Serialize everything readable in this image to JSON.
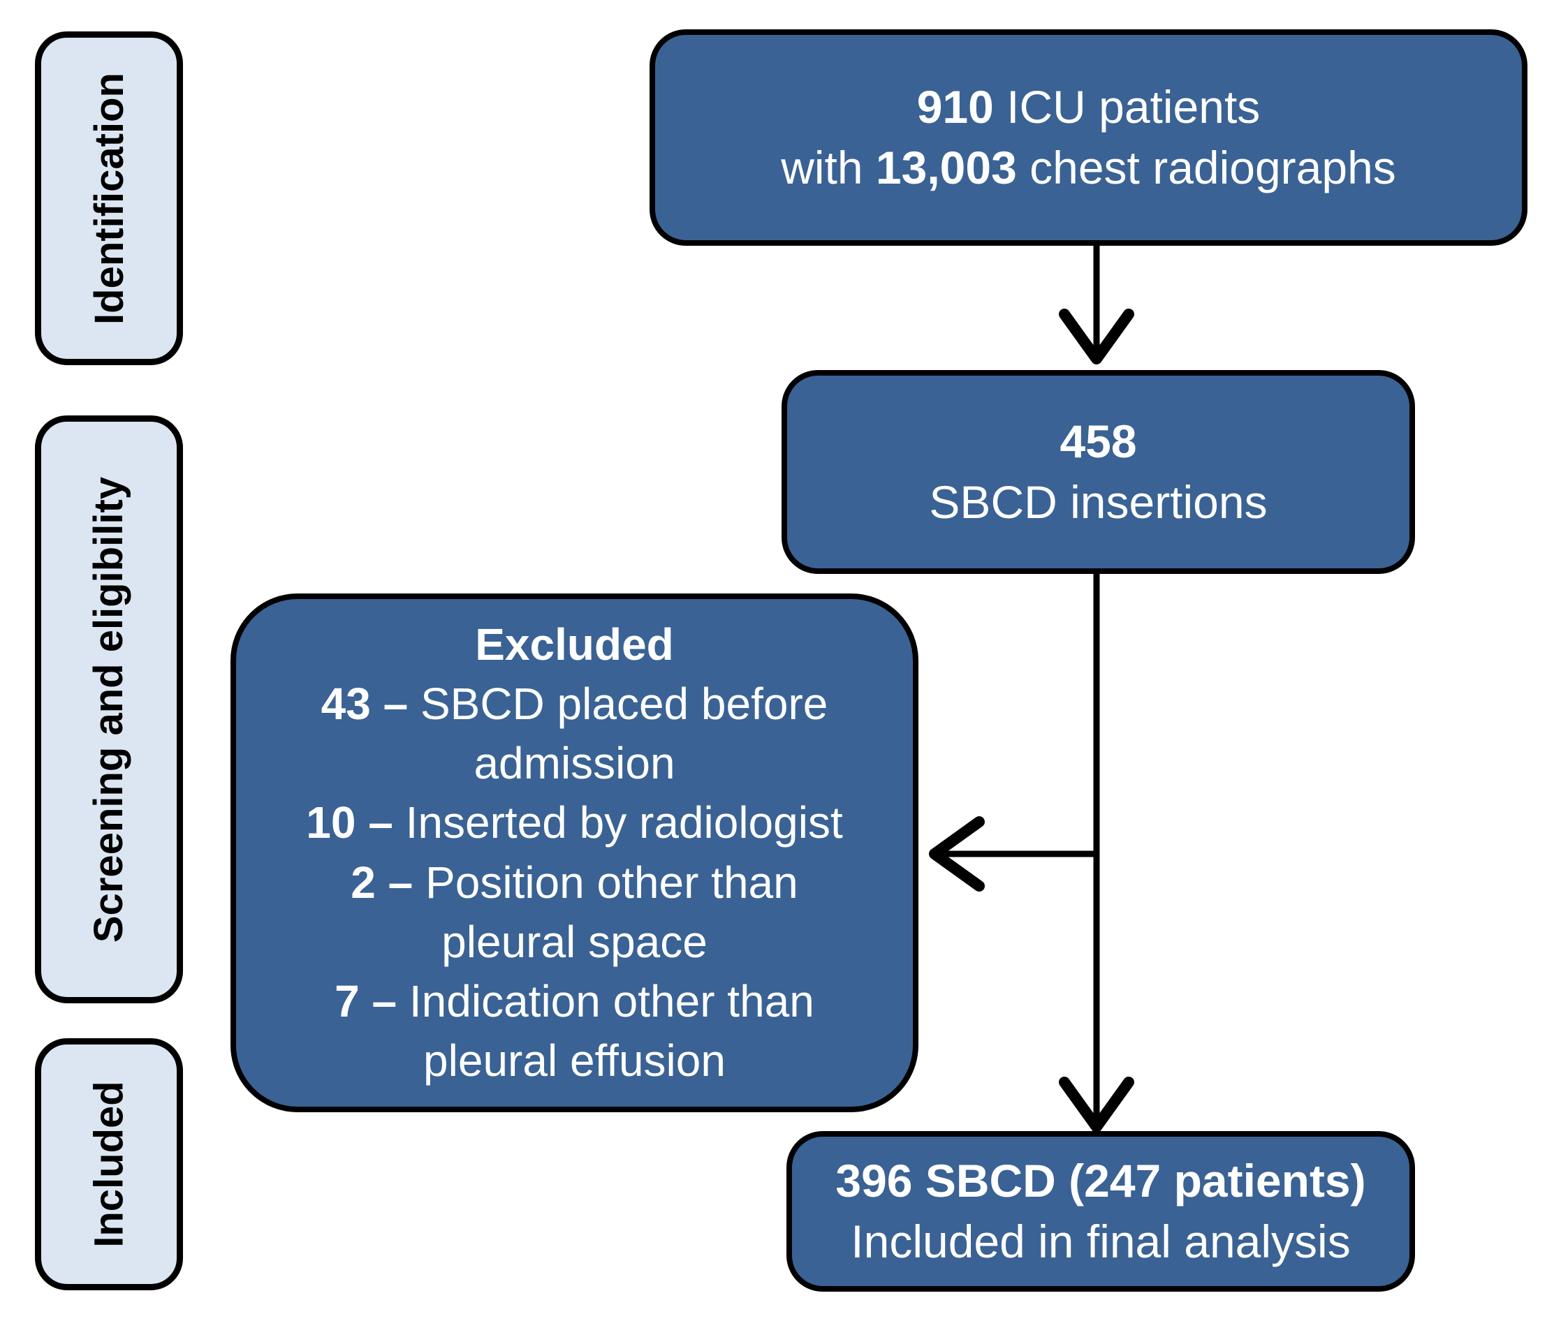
{
  "stages": [
    {
      "label": "Identification"
    },
    {
      "label": "Screening and eligibility"
    },
    {
      "label": "Included"
    }
  ],
  "boxes": {
    "identified": {
      "bold1": "910",
      "text1": " ICU patients",
      "text2a": "with ",
      "bold2": "13,003",
      "text2b": " chest radiographs"
    },
    "insertions": {
      "bold": "458",
      "label": "SBCD insertions"
    },
    "excluded": {
      "title": "Excluded",
      "items": [
        {
          "bold": "43 –",
          "text": " SBCD placed before\nadmission"
        },
        {
          "bold": "10 –",
          "text": " Inserted by radiologist"
        },
        {
          "bold": "2 –",
          "text": " Position other than\npleural space"
        },
        {
          "bold": "7 –",
          "text": " Indication other than\npleural effusion"
        }
      ]
    },
    "included": {
      "line1": "396 SBCD (247 patients)",
      "line2": "Included in final analysis"
    }
  },
  "colors": {
    "flow_box_fill": "#3a6294",
    "stage_box_fill": "#dce6f2",
    "border_color": "#000000",
    "flow_text": "#ffffff",
    "stage_text": "#000000"
  }
}
